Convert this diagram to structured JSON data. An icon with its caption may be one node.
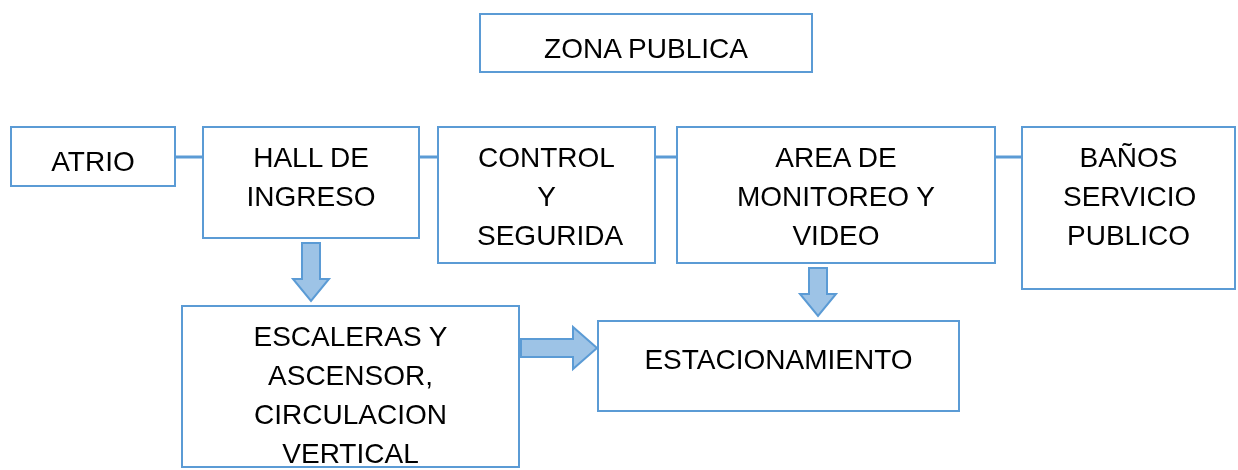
{
  "diagram": {
    "nodes": [
      {
        "text": [
          "ZONA PUBLICA"
        ]
      },
      {
        "text": [
          "ATRIO"
        ]
      },
      {
        "text": [
          "HALL DE INGRESO"
        ]
      },
      {
        "text": [
          "CONTROL Y SEGURIDA"
        ]
      },
      {
        "text": [
          "AREA DE MONITOREO Y VIDEO"
        ]
      },
      {
        "text": [
          "BAÑOS SERVICIO PUBLICO"
        ]
      },
      {
        "text": [
          "ESCALERAS Y ASCENSOR, CIRCULACION VERTICAL"
        ]
      },
      {
        "text": [
          "ESTACIONAMIENTO"
        ]
      }
    ],
    "edges": [
      {
        "from": 1,
        "to": 2,
        "arrow": "none"
      },
      {
        "from": 2,
        "to": 3,
        "arrow": "none"
      },
      {
        "from": 3,
        "to": 4,
        "arrow": "none"
      },
      {
        "from": 4,
        "to": 5,
        "arrow": "none"
      },
      {
        "from": 2,
        "to": 6,
        "arrow": "to",
        "style": "thick"
      },
      {
        "from": 4,
        "to": 7,
        "arrow": "to",
        "style": "thick"
      },
      {
        "from": 6,
        "to": 7,
        "arrow": "to",
        "style": "thick"
      }
    ]
  }
}
